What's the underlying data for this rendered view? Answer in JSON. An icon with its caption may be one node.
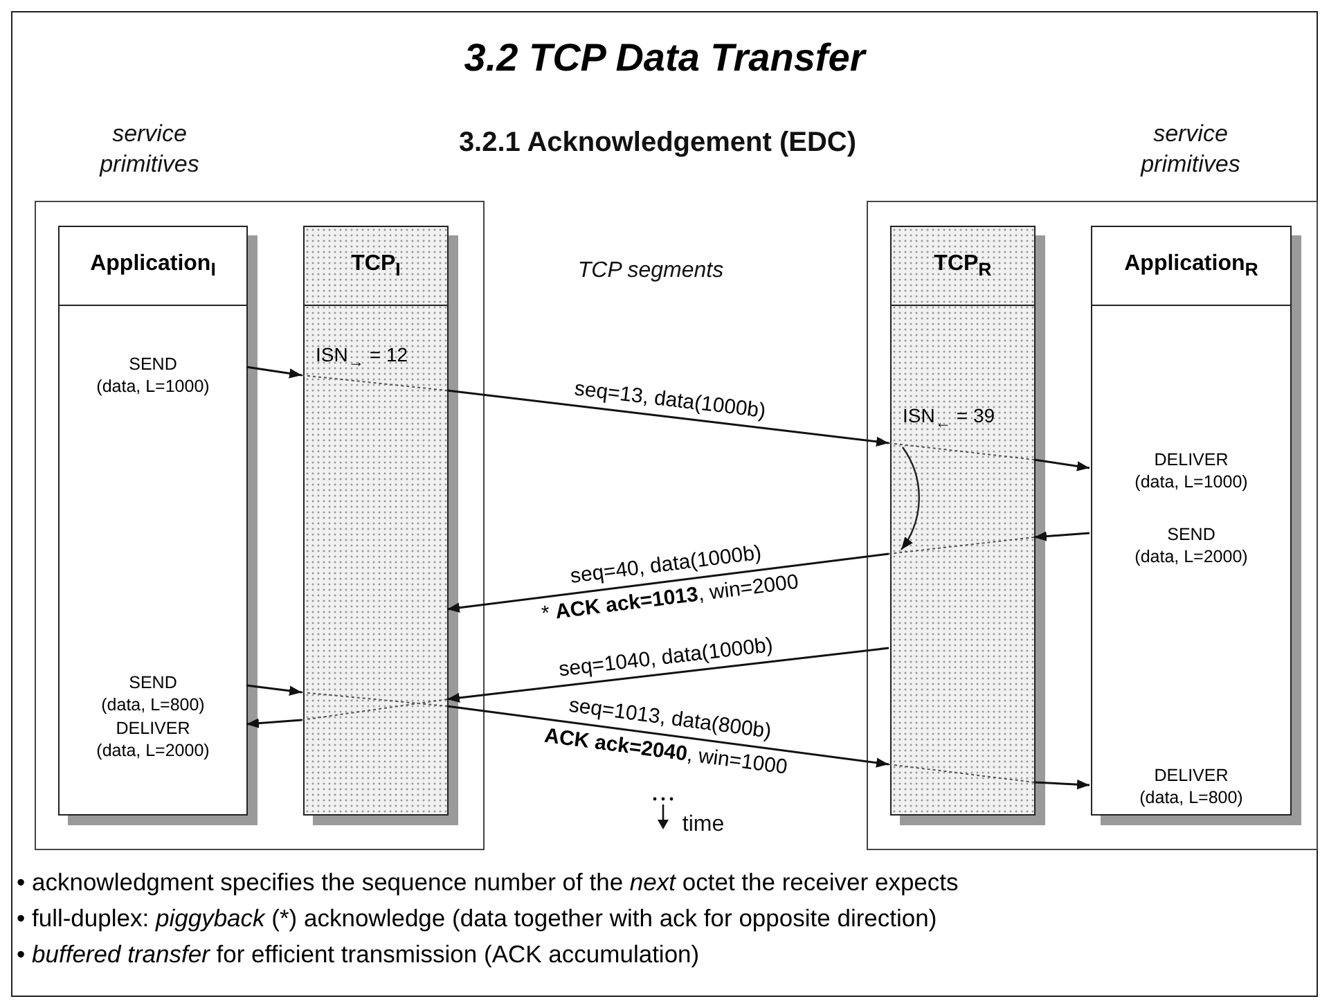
{
  "diagram": {
    "title": "3.2 TCP Data Transfer",
    "nodes": [
      {
        "text": [],
        "shape": "box"
      },
      {
        "text": [
          "Application$_{I}$",
          "SEND (data, L=1000)",
          "SEND (data, L=800)",
          "DELIVER (data, L=2000)"
        ],
        "in": 0
      },
      {
        "text": [
          "TCP$_{I}$",
          "ISN$_{→}$ = 12"
        ],
        "in": 0
      },
      {
        "text": [],
        "shape": "box"
      },
      {
        "text": [
          "TCP$_{R}$",
          "ISN$_{←}$ = 39"
        ],
        "in": 3
      },
      {
        "text": [
          "Application$_{R}$",
          "DELIVER (data, L=1000)",
          "SEND (data, L=2000)",
          "DELIVER (data, L=800)"
        ],
        "in": 3
      }
    ],
    "edges": [
      {
        "from": 1,
        "to": 2,
        "arrow": "to"
      },
      {
        "from": 2,
        "to": 4,
        "arrow": "to",
        "label": "seq=13, data(1000b)"
      },
      {
        "from": 4,
        "to": 5,
        "arrow": "to"
      },
      {
        "from": 5,
        "to": 4,
        "arrow": "to"
      },
      {
        "from": 4,
        "to": 2,
        "arrow": "to",
        "label": "seq=40, data(1000b)"
      },
      {
        "from": 4,
        "to": 2,
        "arrow": "to",
        "label": "seq=1040, data(1000b)"
      },
      {
        "from": 1,
        "to": 2,
        "arrow": "to"
      },
      {
        "from": 2,
        "to": 1,
        "arrow": "to"
      },
      {
        "from": 2,
        "to": 4,
        "arrow": "to",
        "label": "seq=1013, data(800b)"
      },
      {
        "from": 4,
        "to": 5,
        "arrow": "to"
      }
    ],
    "labels": [
      "3.2.1 Acknowledgement (EDC)",
      "service primitives",
      "service primitives",
      "TCP segments",
      "* **ACK ack=1013**, win=2000",
      "**ACK ack=2040**, win=1000",
      "time",
      "• acknowledgment specifies the sequence number of the *next* octet the receiver expects",
      "• full-duplex: *piggyback* (*) acknowledge (data together with ack for opposite direction)",
      "• *buffered transfer* for efficient transmission (ACK accumulation)"
    ]
  }
}
